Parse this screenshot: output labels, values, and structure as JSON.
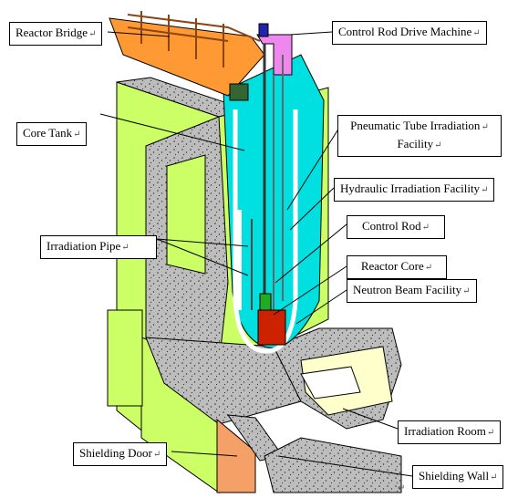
{
  "labels": {
    "reactor_bridge": "Reactor Bridge",
    "control_rod_drive_machine": "Control Rod Drive Machine",
    "core_tank": "Core Tank",
    "pneumatic_tube_line1": "Pneumatic Tube Irradiation",
    "pneumatic_tube_line2": "Facility",
    "hydraulic_irradiation_facility": "Hydraulic Irradiation Facility",
    "control_rod": "Control Rod",
    "irradiation_pipe": "Irradiation Pipe",
    "reactor_core": "Reactor Core",
    "neutron_beam_facility": "Neutron Beam Facility",
    "irradiation_room": "Irradiation Room",
    "shielding_door": "Shielding Door",
    "shielding_wall": "Shielding Wall"
  },
  "return_mark": "↵",
  "colors": {
    "concrete": "#bdbdbd",
    "shield_green": "#ccff66",
    "water": "#00e0e0",
    "bridge": "#ff9933",
    "drive_machine": "#ee88ee",
    "core": "#cc2200",
    "room": "#ffffcc",
    "door": "#f4a066"
  }
}
